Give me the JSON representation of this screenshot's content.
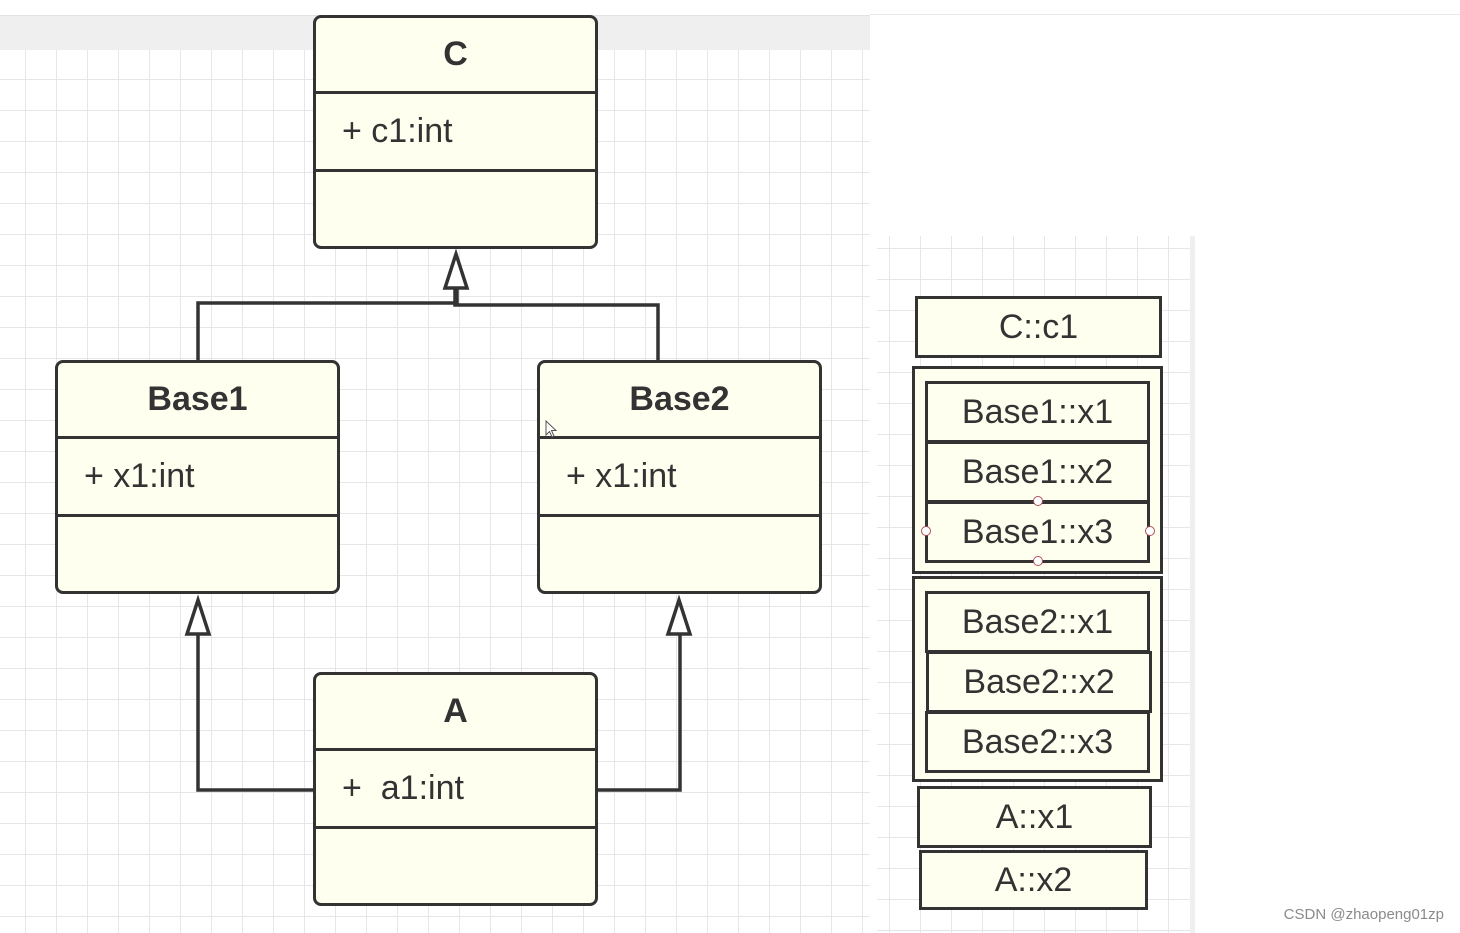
{
  "uml": {
    "classes": [
      {
        "id": "C",
        "name": "C",
        "attribute": "+ c1:int"
      },
      {
        "id": "Base1",
        "name": "Base1",
        "attribute": "+ x1:int"
      },
      {
        "id": "Base2",
        "name": "Base2",
        "attribute": "+ x1:int"
      },
      {
        "id": "A",
        "name": "A",
        "attribute": "+  a1:int"
      }
    ],
    "inheritance": [
      {
        "child": "Base1",
        "parent": "C"
      },
      {
        "child": "Base2",
        "parent": "C"
      },
      {
        "child": "A",
        "parent": "Base1"
      },
      {
        "child": "A",
        "parent": "Base2"
      }
    ]
  },
  "memory_layout": {
    "top": "C::c1",
    "base1_group": [
      "Base1::x1",
      "Base1::x2",
      "Base1::x3"
    ],
    "base2_group": [
      "Base2::x1",
      "Base2::x2",
      "Base2::x3"
    ],
    "bottom": [
      "A::x1",
      "A::x2"
    ]
  },
  "watermark": "CSDN @zhaopeng01zp",
  "colors": {
    "fill": "#fffff0",
    "stroke": "#333333",
    "grid": "#e6e6e6",
    "handle": "#b0505a"
  }
}
